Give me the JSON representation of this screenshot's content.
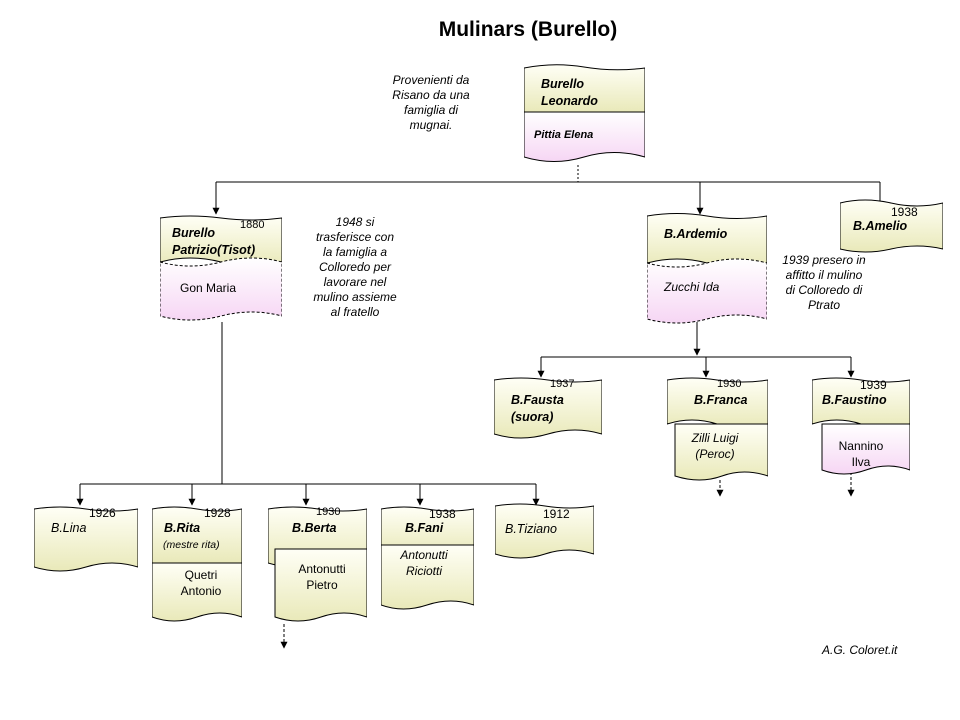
{
  "title": "Mulinars  (Burello)",
  "notes": {
    "origin": "Provenienti da\nRisano  da una\nfamiglia di\nmugnai.",
    "move_1948": "1948 si\ntrasferisce con\nla famiglia  a\nColloredo per\nlavorare nel\nmulino assieme\nal fratello",
    "mill_1939": "1939 presero in\naffitto il mulino\ndi Colloredo di\nPtrato"
  },
  "people": {
    "leonardo": {
      "name": "Burello\nLeonardo",
      "spouse": "Pittia Elena"
    },
    "patrizio": {
      "name": "Burello\nPatrizio(Tisot)",
      "year": "1880",
      "spouse": "Gon Maria"
    },
    "ardemio": {
      "name": "B.Ardemio",
      "spouse": "Zucchi Ida"
    },
    "amelio": {
      "name": "B.Amelio",
      "year": "1938"
    },
    "fausta": {
      "name": "B.Fausta\n(suora)",
      "year": "1937"
    },
    "franca": {
      "name": "B.Franca",
      "year": "1930",
      "spouse": "Zilli Luigi\n(Peroc)"
    },
    "faustino": {
      "name": "B.Faustino",
      "year": "1939",
      "spouse": "Nannino\nIlva"
    },
    "lina": {
      "name": "B.Lina",
      "year": "1926"
    },
    "rita": {
      "name": "B.Rita",
      "nickname": "(mestre rita)",
      "year": "1928",
      "spouse": "Quetri\nAntonio"
    },
    "berta": {
      "name": "B.Berta",
      "year": "1930",
      "spouse": "Antonutti\nPietro"
    },
    "fani": {
      "name": "B.Fani",
      "year": "1938",
      "spouse": "Antonutti\nRiciotti"
    },
    "tiziano": {
      "name": "B.Tiziano",
      "year": "1912"
    }
  },
  "credit": "A.G. Coloret.it",
  "colors": {
    "name_top": "#fffff6",
    "name_bottom": "#e9e9b9",
    "spouse_top": "#ffffff",
    "spouse_bottom": "#f6d6f4",
    "line": "#000000"
  }
}
